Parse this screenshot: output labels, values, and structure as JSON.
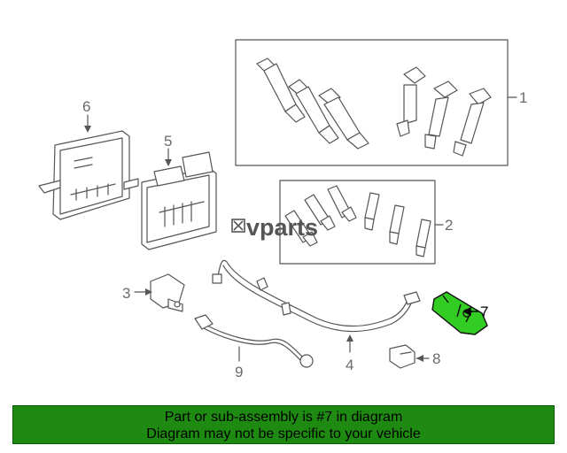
{
  "callouts": {
    "c1": "1",
    "c2": "2",
    "c3": "3",
    "c4": "4",
    "c5": "5",
    "c6": "6",
    "c7": "7",
    "c8": "8",
    "c9": "9"
  },
  "highlight_callout": "7",
  "watermark": {
    "brand": "vparts"
  },
  "banner": {
    "line1": "Part or sub-assembly is #7 in diagram",
    "line2": "Diagram may not be specific to your vehicle"
  },
  "colors": {
    "banner_bg": "#1f8a12",
    "highlight_part": "#33cc22",
    "line_art": "#555555"
  }
}
